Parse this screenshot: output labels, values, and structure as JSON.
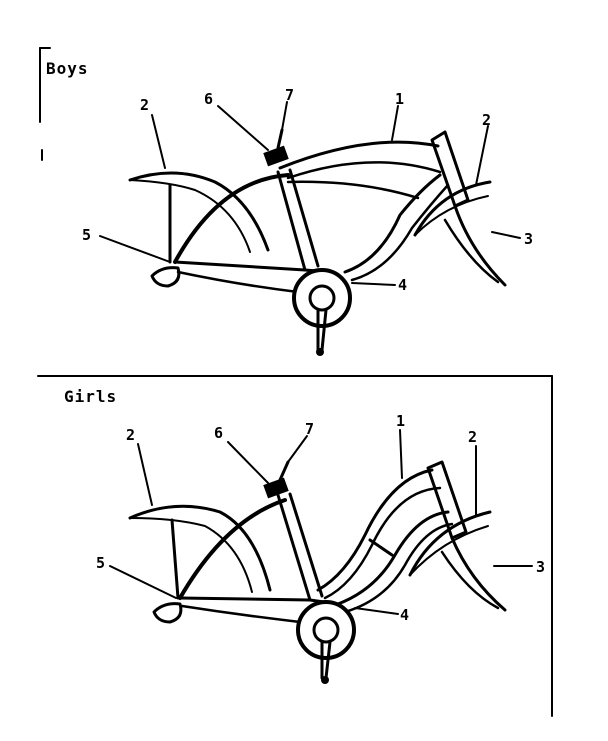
{
  "sections": [
    {
      "title": "Boys",
      "callouts": [
        "1",
        "2",
        "2",
        "3",
        "4",
        "5",
        "6",
        "7"
      ]
    },
    {
      "title": "Girls",
      "callouts": [
        "1",
        "2",
        "2",
        "3",
        "4",
        "5",
        "6",
        "7"
      ]
    }
  ]
}
